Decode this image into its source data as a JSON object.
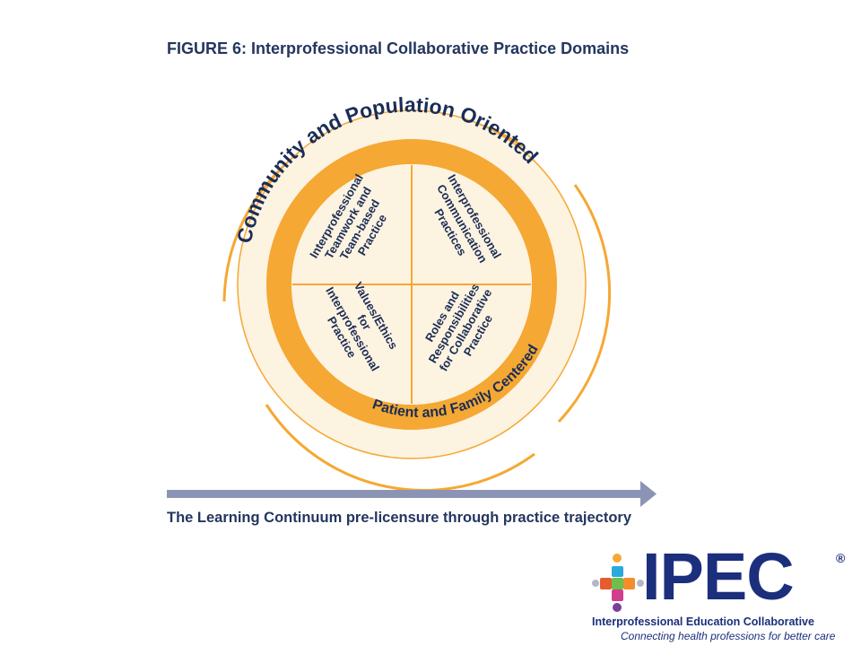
{
  "figure_title": "FIGURE 6: Interprofessional Collaborative Practice Domains",
  "outer_ring_label": "Community and Population Oriented",
  "inner_ring_label": "Patient and Family Centered",
  "quadrants": [
    [
      "Interprofessional",
      "Teamwork and",
      "Team-based",
      "Practice"
    ],
    [
      "Interprofessional",
      "Communication",
      "Practices"
    ],
    [
      "Values/Ethics",
      "for",
      "Interprofessional",
      "Practice"
    ],
    [
      "Roles and",
      "Responsibilities",
      "for Collaborative",
      "Practice"
    ]
  ],
  "continuum_caption": "The Learning Continuum pre-licensure through practice trajectory",
  "logo": {
    "wordmark": "IPEC",
    "registered": "®",
    "name": "Interprofessional Education Collaborative",
    "tagline": "Connecting health professions for better care"
  },
  "colors": {
    "orange": "#f5a833",
    "light_fill": "#fdf3e1",
    "navy": "#1b2d55",
    "arrow": "#8c94b6",
    "logo_blue": "#1b2f7c"
  }
}
